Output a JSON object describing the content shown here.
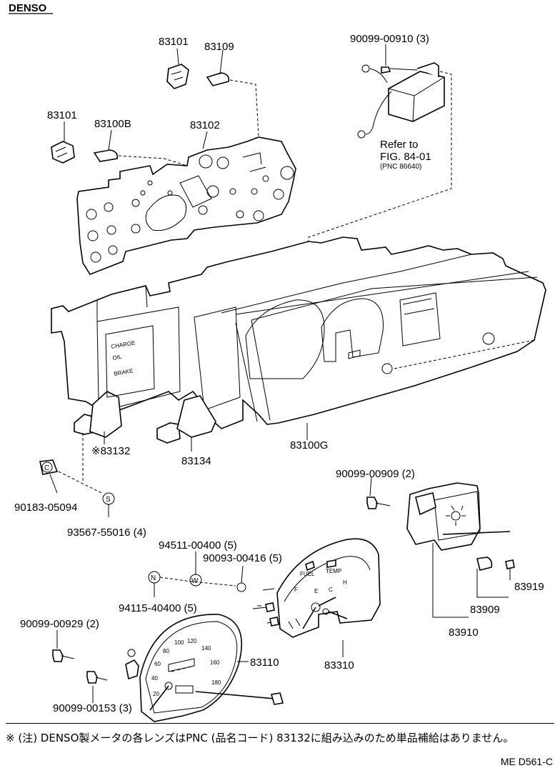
{
  "brand": "DENSO",
  "parts": {
    "p83101_top": "83101",
    "p83109": "83109",
    "p90099_00910": "90099-00910 (3)",
    "p83101_left": "83101",
    "p83100B": "83100B",
    "p83102": "83102",
    "refer_line1": "Refer to",
    "refer_line2": "FIG. 84-01",
    "refer_line3": "(PNC 86640)",
    "p83132": "※83132",
    "p83134": "83134",
    "p83100G": "83100G",
    "p90183_05094": "90183-05094",
    "p93567_55016": "93567-55016 (4)",
    "p90099_00909": "90099-00909 (2)",
    "p94511_00400": "94511-00400 (5)",
    "p90093_00416": "90093-00416 (5)",
    "p94115_40400": "94115-40400 (5)",
    "p83919": "83919",
    "p83909": "83909",
    "p83910": "83910",
    "p90099_00929": "90099-00929 (2)",
    "p83110": "83110",
    "p83310": "83310",
    "p90099_00153": "90099-00153 (3)"
  },
  "markers": {
    "c": "C",
    "s": "S",
    "n": "N",
    "w": "W"
  },
  "gauge": {
    "fuel": "FUEL",
    "temp": "TEMP",
    "f": "F",
    "e": "E",
    "h": "H",
    "c": "C"
  },
  "speedo": [
    "20",
    "40",
    "60",
    "80",
    "100",
    "120",
    "140",
    "160",
    "180"
  ],
  "warning_panel": [
    "CHARGE",
    "OIL",
    "BRAKE"
  ],
  "footnote": "※ (注) DENSO製メータの各レンズはPNC (品名コード) 83132に組み込みのため単品補給はありません。",
  "drawing_code": "ME D561-C"
}
